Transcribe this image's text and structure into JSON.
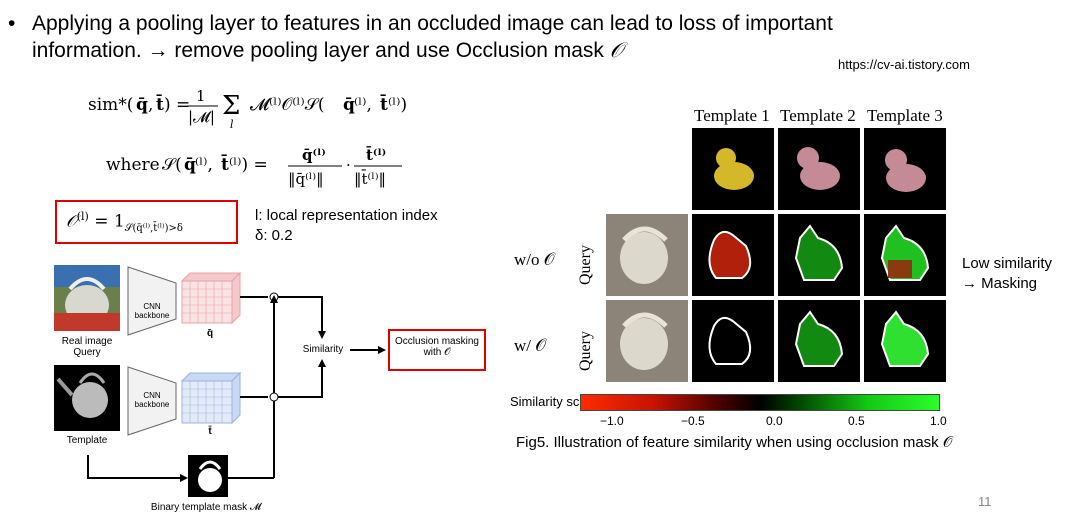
{
  "bullet": {
    "symbol": "•",
    "line1": "Applying a pooling layer to features in an occluded image can lead to loss of important",
    "line2_text": "information. → remove pooling layer and use Occlusion mask ",
    "line2_symbol": "𝒪"
  },
  "source_url": "https://cv-ai.tistory.com",
  "equations": {
    "similarity": "sim*(q̄, t̄) = 1/|𝓜| Σₗ 𝓜⁽ˡ⁾𝒪⁽ˡ⁾𝒮(q̄⁽ˡ⁾, t̄⁽ˡ⁾)",
    "where_prefix": "where",
    "cosine": "𝒮(q̄⁽ˡ⁾, t̄⁽ˡ⁾) = q̄⁽ˡ⁾/‖q̄⁽ˡ⁾‖ · t̄⁽ˡ⁾/‖t̄⁽ˡ⁾‖",
    "occlusion": "𝒪⁽ˡ⁾ = 1𝒮(q̄⁽ˡ⁾, t̄⁽ˡ⁾)>δ"
  },
  "legend": {
    "index_label": "l: local representation index",
    "delta_label": "δ: 0.2"
  },
  "pipeline": {
    "real_image_label": "Real image",
    "query_label": "Query",
    "template_label": "Template",
    "backbone_label": "CNN backbone",
    "q_feature": "q̄",
    "t_feature": "t̄",
    "similarity_label": "Similarity",
    "occlusion_box": "Occlusion masking with 𝒪",
    "binary_mask_label": "Binary template mask 𝓜"
  },
  "figure": {
    "templates": [
      "Template 1",
      "Template 2",
      "Template 3"
    ],
    "rows": [
      {
        "side": "w/o 𝒪",
        "rotated": "Query"
      },
      {
        "side": "w/ 𝒪",
        "rotated": "Query"
      }
    ],
    "annotation": "Low similarity\n→ Masking",
    "colorbar_title": "Similarity score",
    "colorbar_ticks": [
      "−1.0",
      "−0.5",
      "0.0",
      "0.5",
      "1.0"
    ],
    "caption": "Fig5. Illustration of feature similarity when using occlusion mask 𝒪"
  },
  "page_number": "11",
  "colors": {
    "red_box": "#e00000",
    "accent_green": "#2aff2a",
    "accent_red": "#ff2a00"
  }
}
